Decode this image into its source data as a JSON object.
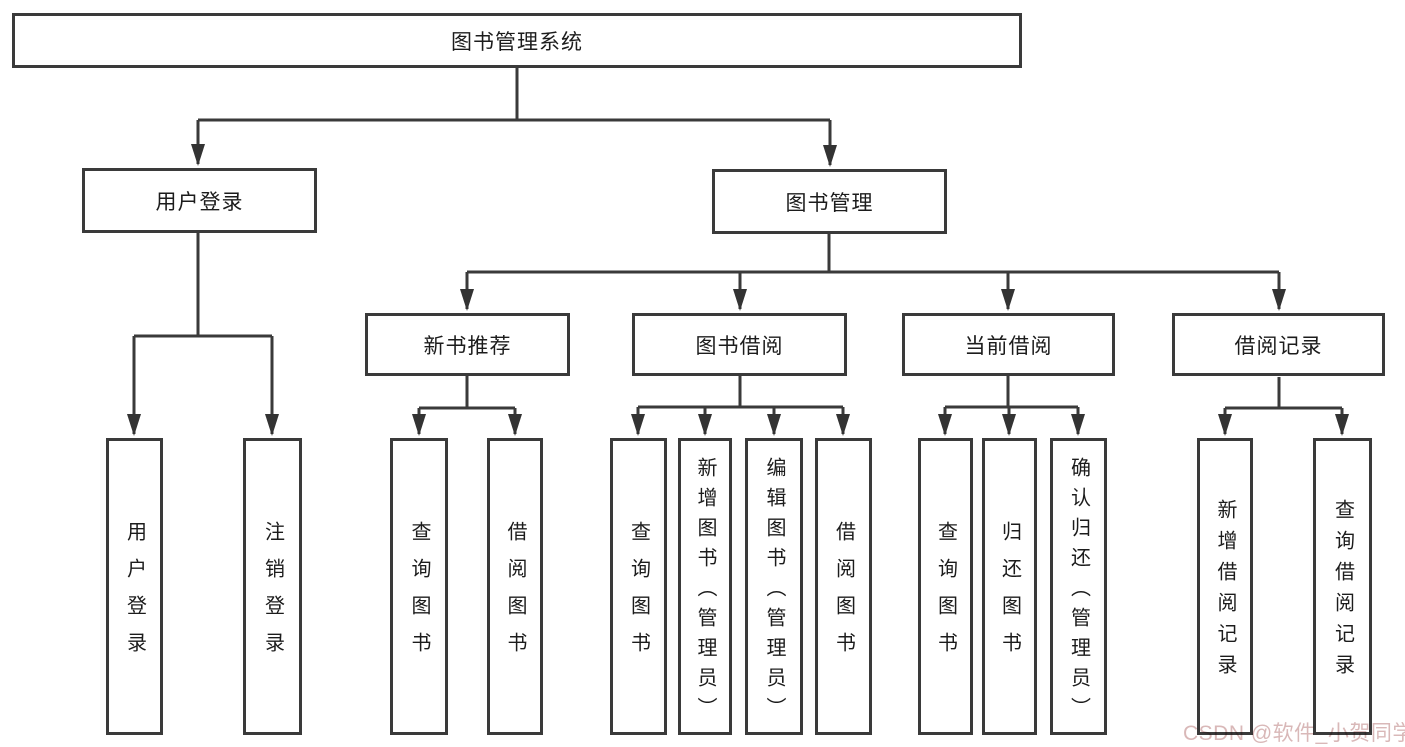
{
  "diagram_title": "图书管理系统",
  "tree": {
    "label": "图书管理系统",
    "children": [
      {
        "label": "用户登录",
        "children": [
          {
            "label": "用户登录"
          },
          {
            "label": "注销登录"
          }
        ]
      },
      {
        "label": "图书管理",
        "children": [
          {
            "label": "新书推荐",
            "children": [
              {
                "label": "查询图书"
              },
              {
                "label": "借阅图书"
              }
            ]
          },
          {
            "label": "图书借阅",
            "children": [
              {
                "label": "查询图书"
              },
              {
                "label": "新增图书（管理员）"
              },
              {
                "label": "编辑图书（管理员）"
              },
              {
                "label": "借阅图书"
              }
            ]
          },
          {
            "label": "当前借阅",
            "children": [
              {
                "label": "查询图书"
              },
              {
                "label": "归还图书"
              },
              {
                "label": "确认归还（管理员）"
              }
            ]
          },
          {
            "label": "借阅记录",
            "children": [
              {
                "label": "新增借阅记录"
              },
              {
                "label": "查询借阅记录"
              }
            ]
          }
        ]
      }
    ]
  },
  "watermark": {
    "text": "CSDN @软件_小贺同学"
  },
  "colors": {
    "line": "#3a3a3a",
    "box_border": "#3a3a3a",
    "text": "#1c1c1c",
    "watermark": "#d9b8b8",
    "background": "#ffffff"
  }
}
